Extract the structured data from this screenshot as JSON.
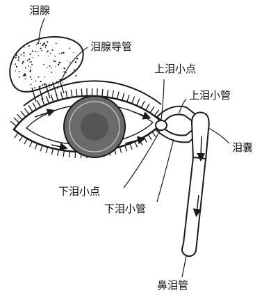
{
  "labels": {
    "lacrimal_gland": "泪腺",
    "lacrimal_gland_ducts": "泪腺导管",
    "upper_punctum": "上泪小点",
    "upper_canaliculus": "上泪小管",
    "lacrimal_sac": "泪囊",
    "lower_punctum": "下泪小点",
    "lower_canaliculus": "下泪小管",
    "nasolacrimal_duct": "鼻泪管"
  },
  "colors": {
    "line": "#1a1a1a",
    "iris": "#6b6b6b",
    "background": "#ffffff"
  }
}
